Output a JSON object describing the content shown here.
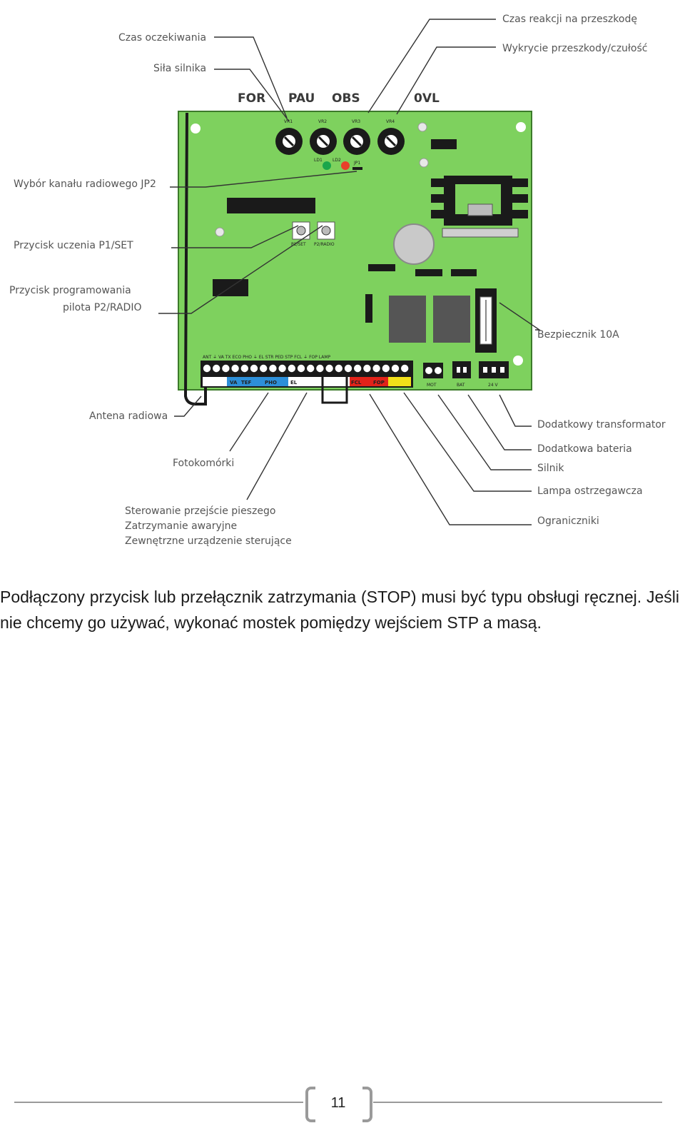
{
  "diagram": {
    "top_labels": [
      "FOR",
      "PAU",
      "OBS",
      "0VL"
    ],
    "pot_labels": [
      "VR1",
      "VR2",
      "VR3",
      "VR4"
    ],
    "led_labels": [
      "LD1",
      "LD2"
    ],
    "jumper_label": "JP1",
    "callouts": {
      "czas_oczekiwania": "Czas oczekiwania",
      "sila_silnika": "Siła silnika",
      "czas_reakcji": "Czas reakcji na przeszkodę",
      "wykrycie": "Wykrycie  przeszkody/czułość",
      "wybor_kanalu": "Wybór kanału radiowego JP2",
      "przycisk_uczenia": "Przycisk uczenia P1/SET",
      "przycisk_prog_1": "Przycisk programowania",
      "przycisk_prog_2": "pilota P2/RADIO",
      "bezpiecznik": "Bezpiecznik 10A",
      "antena": "Antena radiowa",
      "fotokomorki": "Fotokomórki",
      "sterowanie_1": "Sterowanie przejście pieszego",
      "sterowanie_2": "Zatrzymanie awaryjne",
      "sterowanie_3": "Zewnętrzne urządzenie sterujące",
      "transformator": "Dodatkowy transformator",
      "bateria": "Dodatkowa bateria",
      "silnik": "Silnik",
      "lampa": "Lampa ostrzegawcza",
      "ograniczniki": "Ograniczniki"
    },
    "terminal_header": "ANT  ⏚   VA   TX  ECO PHO  ⏚   EL   STR   PED  STP  FCL  ⏚   FOP    LAMP",
    "strip_segments": [
      "VA",
      "TEF",
      "PHO",
      "EL",
      "FCL",
      "FOP"
    ],
    "connector_labels": [
      "MOT",
      "BAT",
      "24 V"
    ],
    "button_labels": [
      "P1/SET",
      "P2/RADIO"
    ],
    "colors": {
      "board": "#7ed15e",
      "board_border": "#3c7a2a",
      "strip_blue": "#2d8fd8",
      "strip_red": "#e2231a",
      "strip_yellow": "#f2e01a",
      "led_green": "#1aa64b",
      "led_red": "#e8402a"
    }
  },
  "note": "Podłączony przycisk lub przełącznik zatrzymania (STOP) musi być typu obsługi ręcznej. Jeśli nie chcemy go używać, wykonać mostek pomiędzy wejściem STP a masą.",
  "footer": {
    "page_number": "11"
  }
}
